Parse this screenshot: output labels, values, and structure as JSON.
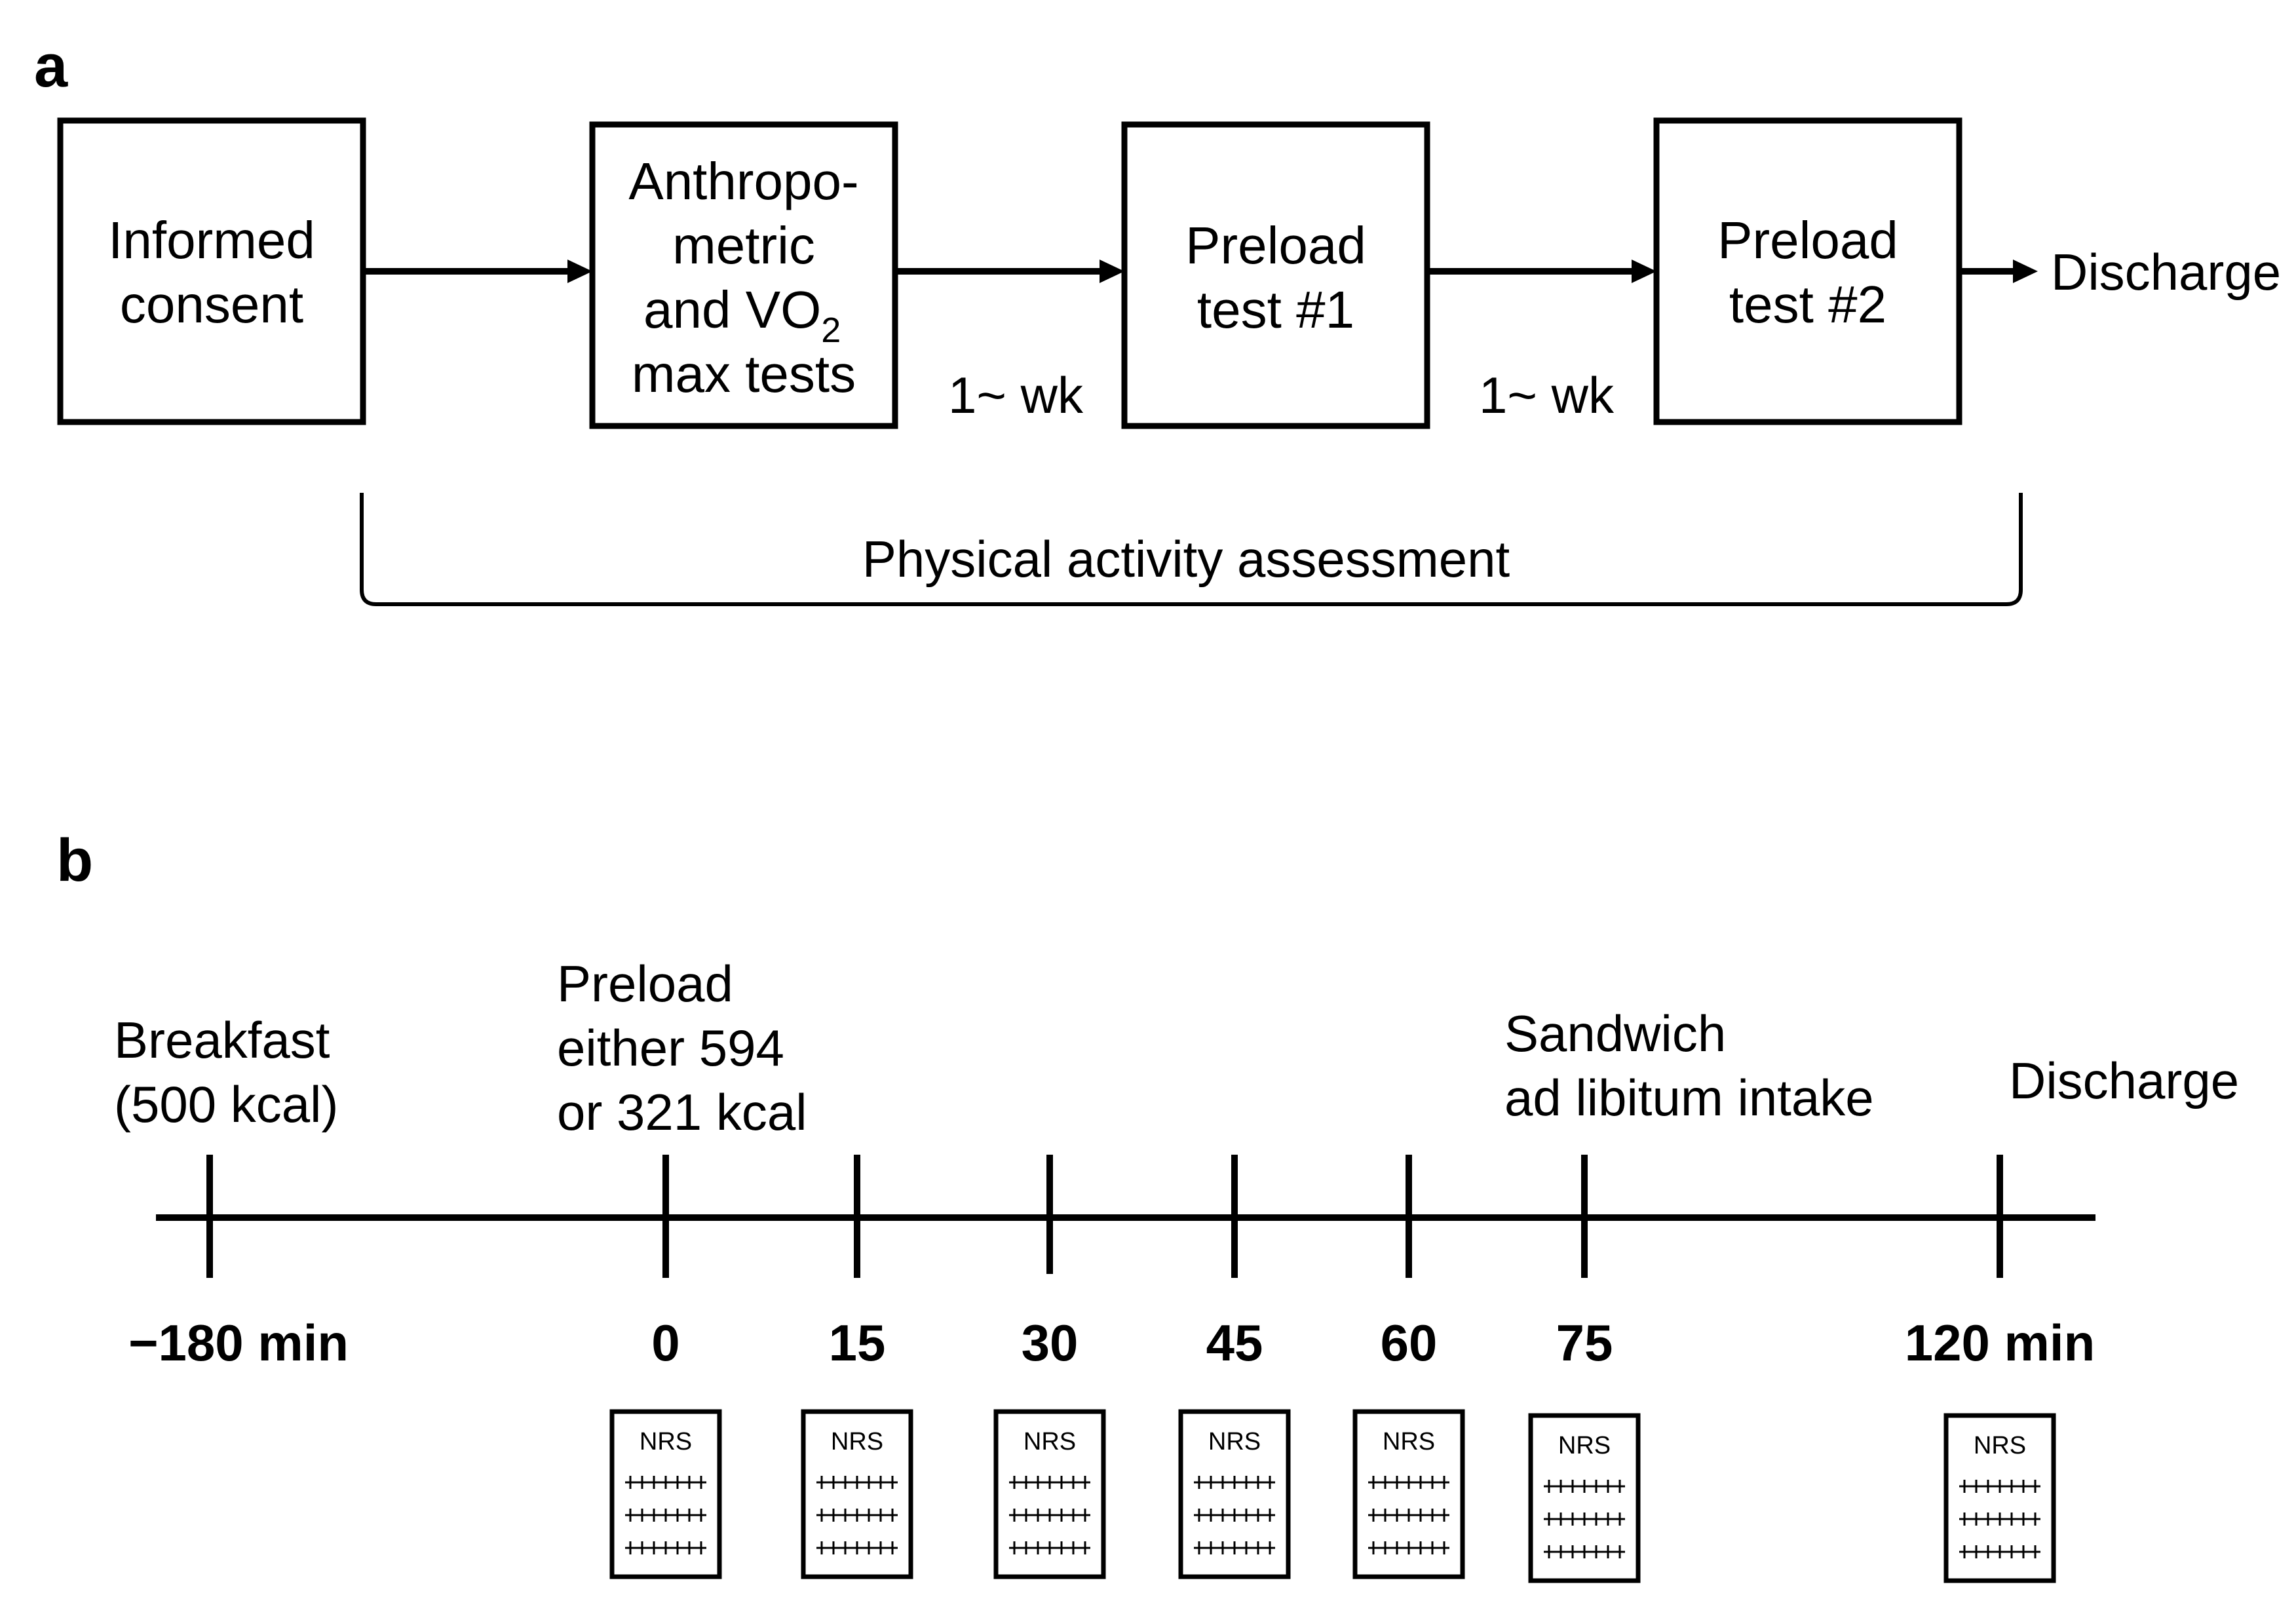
{
  "panel_a": {
    "label": "a",
    "boxes": [
      {
        "lines": [
          "Informed",
          "consent"
        ]
      },
      {
        "lines": [
          "Anthropo-",
          "metric",
          "and VO",
          "max tests"
        ],
        "subscript": "2"
      },
      {
        "lines": [
          "Preload",
          "test #1"
        ]
      },
      {
        "lines": [
          "Preload",
          "test #2"
        ]
      }
    ],
    "interval_labels": [
      "1~ wk",
      "1~ wk"
    ],
    "end_label": "Discharge",
    "bracket_label": "Physical activity assessment"
  },
  "panel_b": {
    "label": "b",
    "events": [
      {
        "lines": [
          "Breakfast",
          "(500 kcal)"
        ]
      },
      {
        "lines": [
          "Preload",
          "either 594",
          "or 321 kcal"
        ]
      },
      {
        "lines": [
          "Sandwich",
          "ad libitum intake"
        ]
      },
      {
        "lines": [
          "Discharge"
        ]
      }
    ],
    "ticks": [
      "−180 min",
      "0",
      "15",
      "30",
      "45",
      "60",
      "75",
      "120 min"
    ],
    "nrs_label": "NRS",
    "nrs_count": 7
  }
}
